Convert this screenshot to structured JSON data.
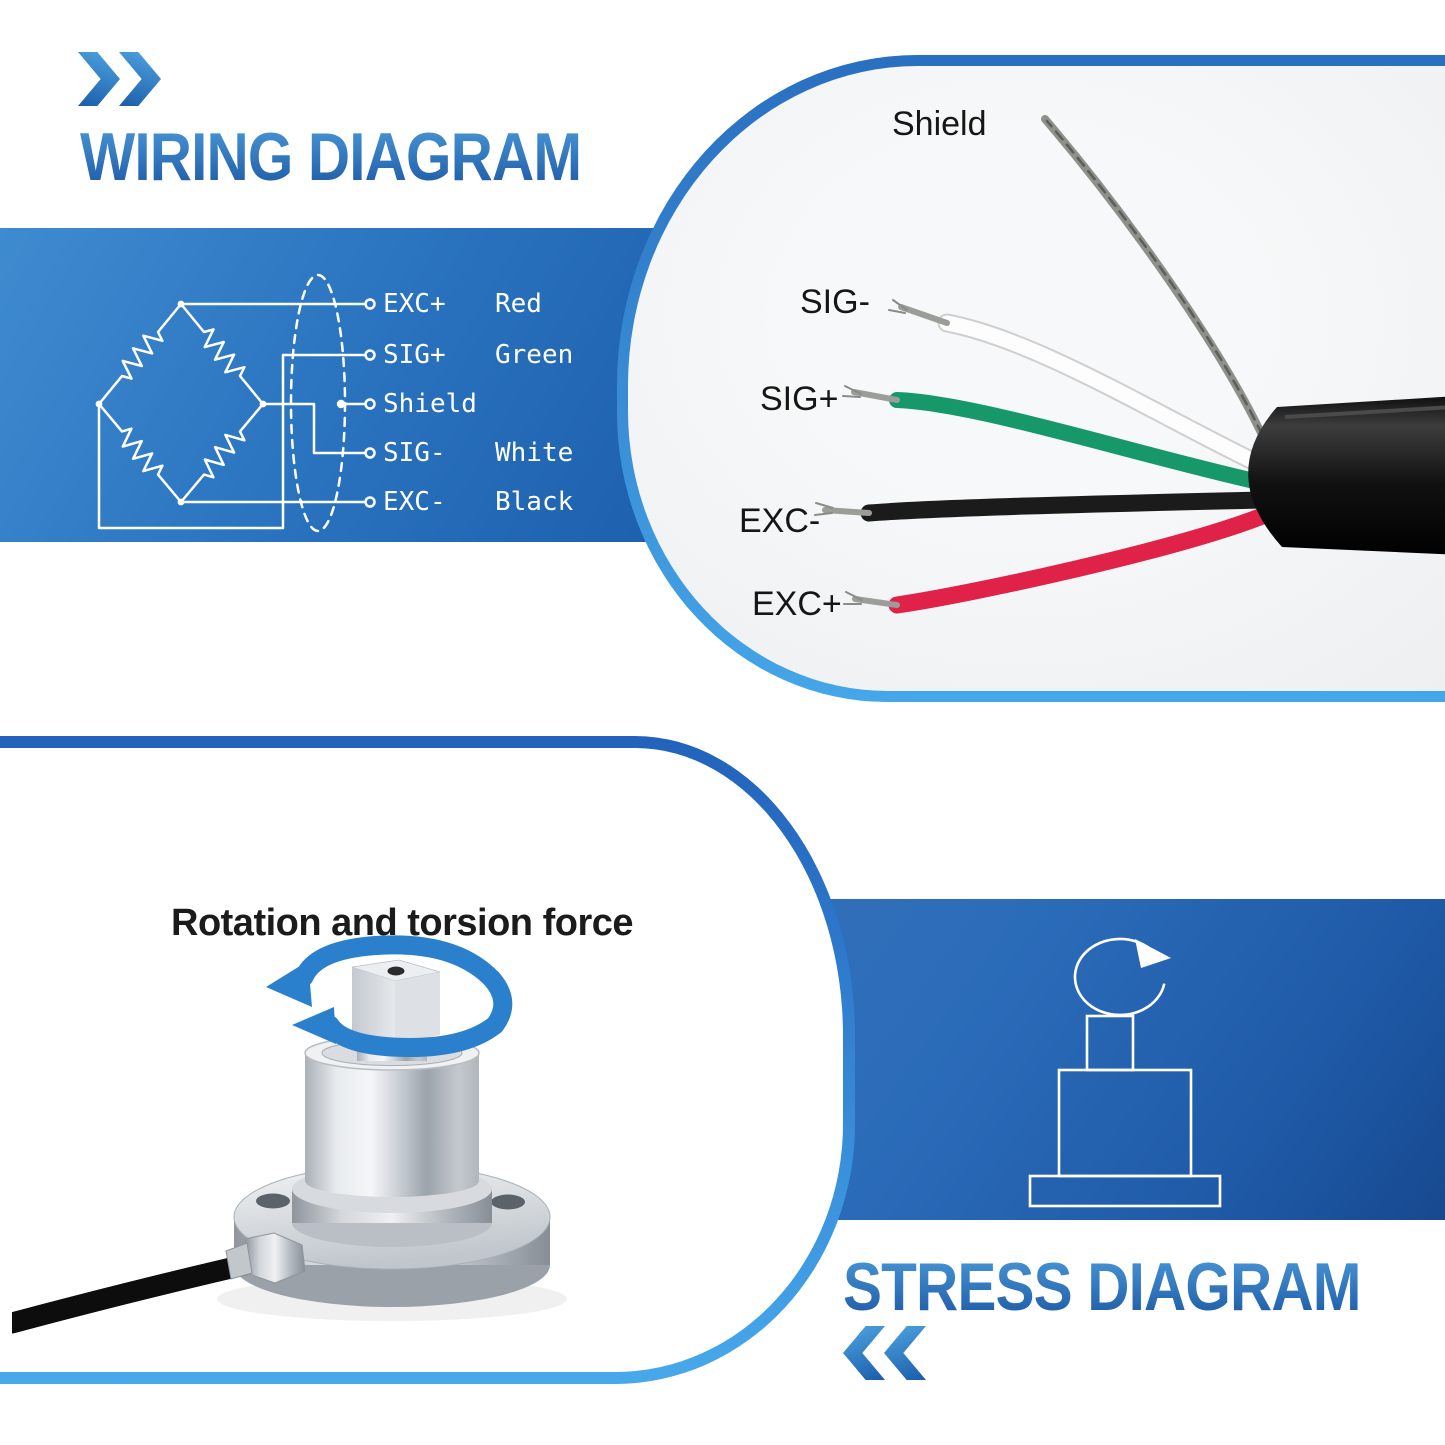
{
  "wiring_section": {
    "title": "WIRING DIAGRAM",
    "chevrons_icon": "double-chevron-right",
    "bridge_rows": [
      {
        "terminal": "EXC+",
        "wire_color_name": "Red"
      },
      {
        "terminal": "SIG+",
        "wire_color_name": "Green"
      },
      {
        "terminal": "Shield",
        "wire_color_name": ""
      },
      {
        "terminal": "SIG-",
        "wire_color_name": "White"
      },
      {
        "terminal": "EXC-",
        "wire_color_name": "Black"
      }
    ]
  },
  "cable_photo": {
    "labels": [
      {
        "text": "Shield"
      },
      {
        "text": "SIG-"
      },
      {
        "text": "SIG+"
      },
      {
        "text": "EXC-"
      },
      {
        "text": "EXC+"
      }
    ],
    "wire_colors": {
      "shield": "#8f8f8b",
      "sig_minus": "#fdfdfd",
      "sig_plus": "#17986b",
      "exc_minus": "#1b1b1b",
      "exc_plus": "#e02148",
      "jacket": "#101010"
    }
  },
  "rotation_section": {
    "caption": "Rotation and torsion force",
    "rotation_arrow_icon": "spiral-rotation-arrow",
    "arrow_color": "#2a80cd"
  },
  "stress_section": {
    "title": "STRESS DIAGRAM",
    "chevrons_icon": "double-chevron-left",
    "icon": "rotating-sensor-outline"
  },
  "accent_colors": {
    "title_gradient_top": "#4d9cda",
    "title_gradient_bottom": "#1c58a4",
    "box_blue_light": "#3f8bd0",
    "box_blue_dark": "#1d60ae",
    "border_blue_top": "#2262bb",
    "border_blue_bottom": "#47a9ea"
  }
}
